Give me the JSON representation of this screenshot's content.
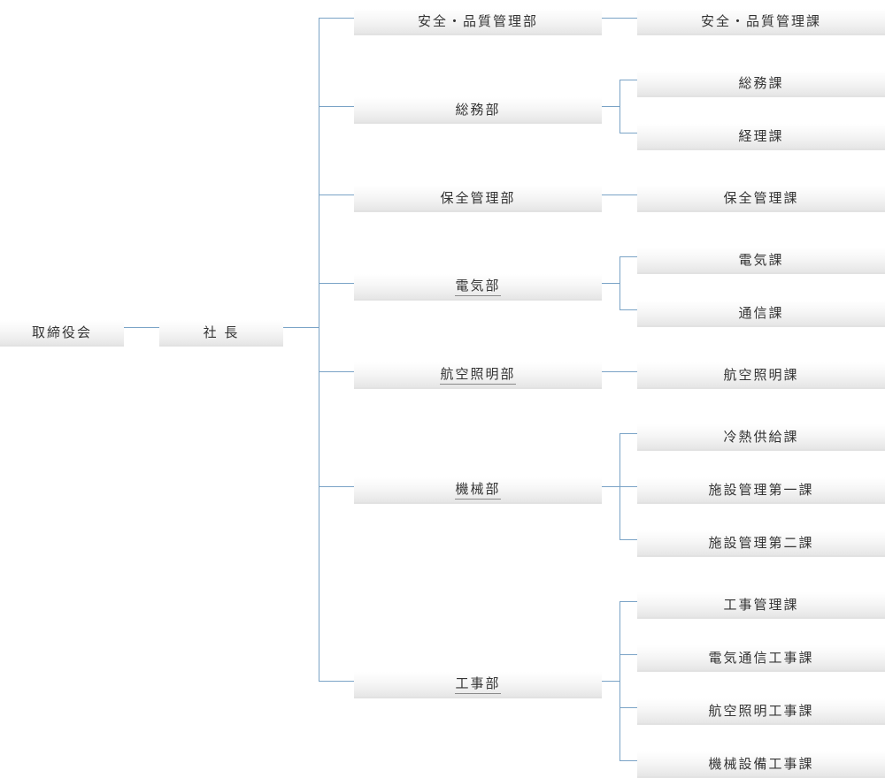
{
  "root": "取締役会",
  "president": "社 長",
  "departments": [
    {
      "label": "安全・品質管理部",
      "linked": false,
      "sections": [
        "安全・品質管理課"
      ]
    },
    {
      "label": "総務部",
      "linked": false,
      "sections": [
        "総務課",
        "経理課"
      ]
    },
    {
      "label": "保全管理部",
      "linked": false,
      "sections": [
        "保全管理課"
      ]
    },
    {
      "label": "電気部",
      "linked": true,
      "sections": [
        "電気課",
        "通信課"
      ]
    },
    {
      "label": "航空照明部",
      "linked": true,
      "sections": [
        "航空照明課"
      ]
    },
    {
      "label": "機械部",
      "linked": true,
      "sections": [
        "冷熱供給課",
        "施設管理第一課",
        "施設管理第二課"
      ]
    },
    {
      "label": "工事部",
      "linked": true,
      "sections": [
        "工事管理課",
        "電気通信工事課",
        "航空照明工事課",
        "機械設備工事課"
      ]
    }
  ],
  "colors": {
    "connector": "#7aa3c6",
    "text": "#333333"
  }
}
